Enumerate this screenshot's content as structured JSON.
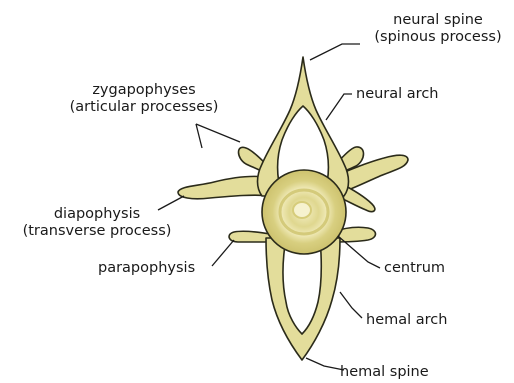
{
  "labels": {
    "neural_spine": {
      "name": "neural spine",
      "alt": "(spinous process)"
    },
    "neural_arch": {
      "name": "neural arch"
    },
    "zygapophyses": {
      "name": "zygapophyses",
      "alt": "(articular processes)"
    },
    "diapophysis": {
      "name": "diapophysis",
      "alt": "(transverse process)"
    },
    "parapophysis": {
      "name": "parapophysis"
    },
    "centrum": {
      "name": "centrum"
    },
    "hemal_arch": {
      "name": "hemal arch"
    },
    "hemal_spine": {
      "name": "hemal spine"
    }
  },
  "colors": {
    "bone_fill": "#e3dd9b",
    "bone_shade": "#cfc57a",
    "bone_outline": "#2b2b1a",
    "centrum_ring": "#c9be63",
    "centrum_core": "#f2edbf",
    "leader_line": "#1a1a1a",
    "background": "#ffffff"
  }
}
